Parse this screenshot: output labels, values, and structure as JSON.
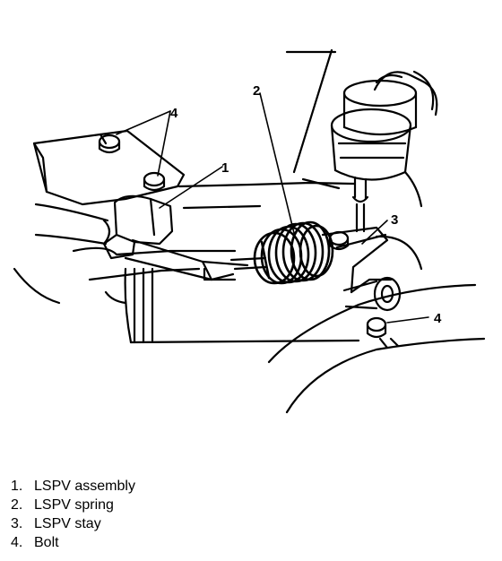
{
  "diagram": {
    "callouts": [
      "1",
      "2",
      "3",
      "4",
      "4"
    ]
  },
  "legend": [
    {
      "number": "1.",
      "label": "LSPV assembly"
    },
    {
      "number": "2.",
      "label": "LSPV spring"
    },
    {
      "number": "3.",
      "label": "LSPV stay"
    },
    {
      "number": "4.",
      "label": "Bolt"
    }
  ]
}
